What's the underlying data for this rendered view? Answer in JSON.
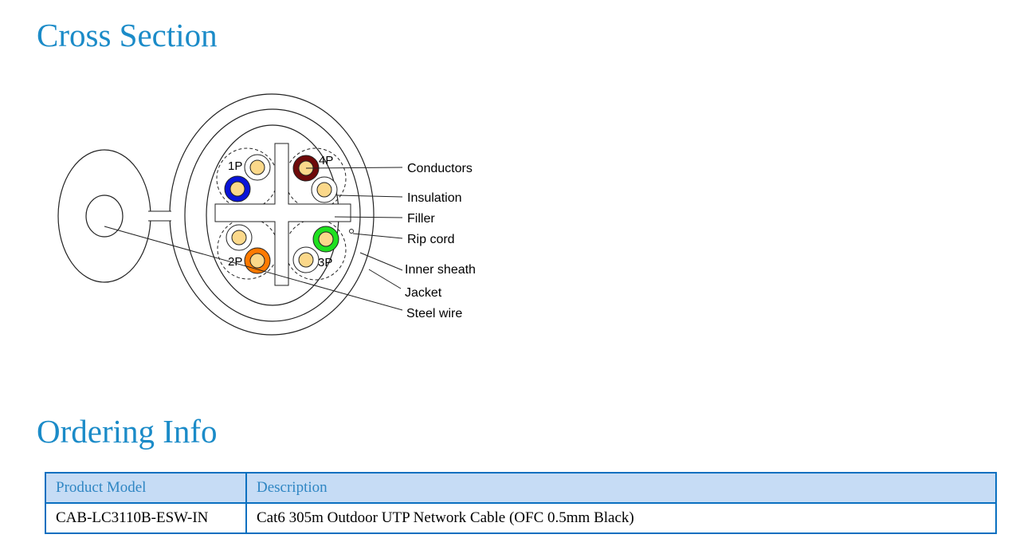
{
  "sections": {
    "cross_section_title": "Cross Section",
    "ordering_title": "Ordering Info"
  },
  "diagram": {
    "pairs": [
      "1P",
      "2P",
      "3P",
      "4P"
    ],
    "labels": [
      "Conductors",
      "Insulation",
      "Filler",
      "Rip cord",
      "Inner sheath",
      "Jacket",
      "Steel wire"
    ],
    "colors": {
      "blue": "#0a14d8",
      "brown": "#6e0a0a",
      "orange": "#ff7a00",
      "green": "#1fe01f",
      "conductor": "#fbd88a"
    }
  },
  "table": {
    "headers": [
      "Product Model",
      "Description"
    ],
    "rows": [
      [
        "CAB-LC3110B-ESW-IN",
        "Cat6 305m Outdoor UTP Network Cable (OFC 0.5mm Black)"
      ]
    ]
  }
}
